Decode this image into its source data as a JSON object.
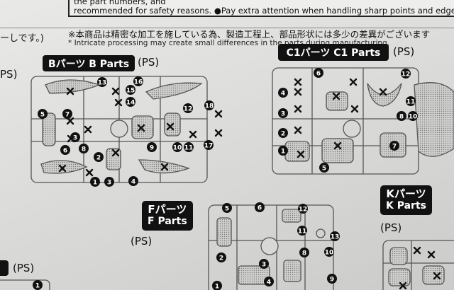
{
  "notice": {
    "line1": "the part numbers, and",
    "line2": "recommended for safety reasons. ●Pay extra attention when handling sharp points and edges."
  },
  "left_note": "ーしです。)",
  "caution": {
    "jp": "※本商品は精密な加工を施している為、製造工程上、部品形状には多少の差異がございます",
    "en": "* Intricate processing may create small differences in the parts during manufacturing."
  },
  "runners": {
    "b": {
      "label": "Bパーツ B Parts",
      "material": "(PS)"
    },
    "c1": {
      "label": "C1パーツ C1 Parts",
      "material": "(PS)"
    },
    "left_clip": {
      "material": "PS)"
    },
    "f": {
      "label_jp": "Fパーツ",
      "label_en": "F Parts",
      "material": "(PS)"
    },
    "k": {
      "label_jp": "Kパーツ",
      "label_en": "K Parts",
      "material": "(PS)"
    },
    "bottom_left": {
      "material": "(PS)"
    }
  },
  "badges": {
    "b": [
      "13",
      "16",
      "15",
      "14",
      "5",
      "7",
      "12",
      "18",
      "3",
      "6",
      "8",
      "9",
      "10",
      "11",
      "17",
      "2",
      "1",
      "3",
      "4"
    ],
    "c1": [
      "6",
      "12",
      "4",
      "11",
      "3",
      "8",
      "10",
      "2",
      "1",
      "7",
      "5"
    ],
    "f": [
      "5",
      "6",
      "12",
      "11",
      "13",
      "2",
      "8",
      "10",
      "3",
      "4",
      "9",
      "1"
    ],
    "bottom_left": [
      "1"
    ]
  }
}
